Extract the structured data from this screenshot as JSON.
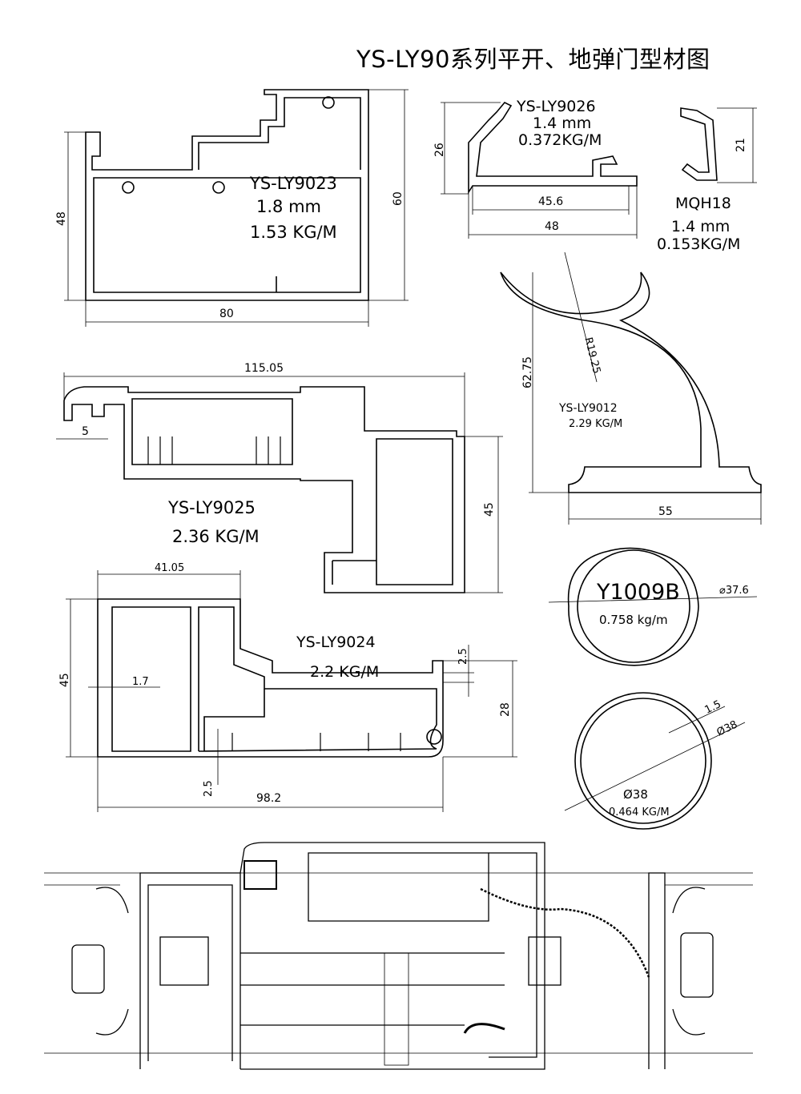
{
  "title": "YS-LY90系列平开、地弹门型材图",
  "profiles": {
    "ly9023": {
      "name": "YS-LY9023",
      "thickness": "1.8 mm",
      "weight": "1.53 KG/M",
      "dims": {
        "height_left": "48",
        "height_right": "60",
        "width": "80"
      }
    },
    "ly9026": {
      "name": "YS-LY9026",
      "thickness": "1.4 mm",
      "weight": "0.372KG/M",
      "dims": {
        "height": "26",
        "inner_width": "45.6",
        "width": "48"
      }
    },
    "mqh18": {
      "name": "MQH18",
      "thickness": "1.4 mm",
      "weight": "0.153KG/M",
      "dims": {
        "height": "21"
      }
    },
    "ly9012": {
      "name": "YS-LY9012",
      "weight": "2.29 KG/M",
      "dims": {
        "height": "62.75",
        "radius": "R19.25",
        "width": "55"
      }
    },
    "ly9025": {
      "name": "YS-LY9025",
      "weight": "2.36 KG/M",
      "dims": {
        "width": "115.05",
        "lip": "5",
        "height": "45"
      }
    },
    "ly9024": {
      "name": "YS-LY9024",
      "weight": "2.2 KG/M",
      "dims": {
        "top_width": "41.05",
        "height": "45",
        "wall": "1.7",
        "lip": "2.5",
        "right_height": "28",
        "bottom_wall": "2.5",
        "width": "98.2"
      }
    },
    "y1009b": {
      "name": "Y1009B",
      "weight": "0.758  kg/m",
      "dims": {
        "diameter": "⌀37.6"
      }
    },
    "tube38": {
      "name": "Ø38",
      "weight": "0.464 KG/M",
      "dims": {
        "wall": "1.5",
        "diameter": "Ø38"
      }
    }
  }
}
